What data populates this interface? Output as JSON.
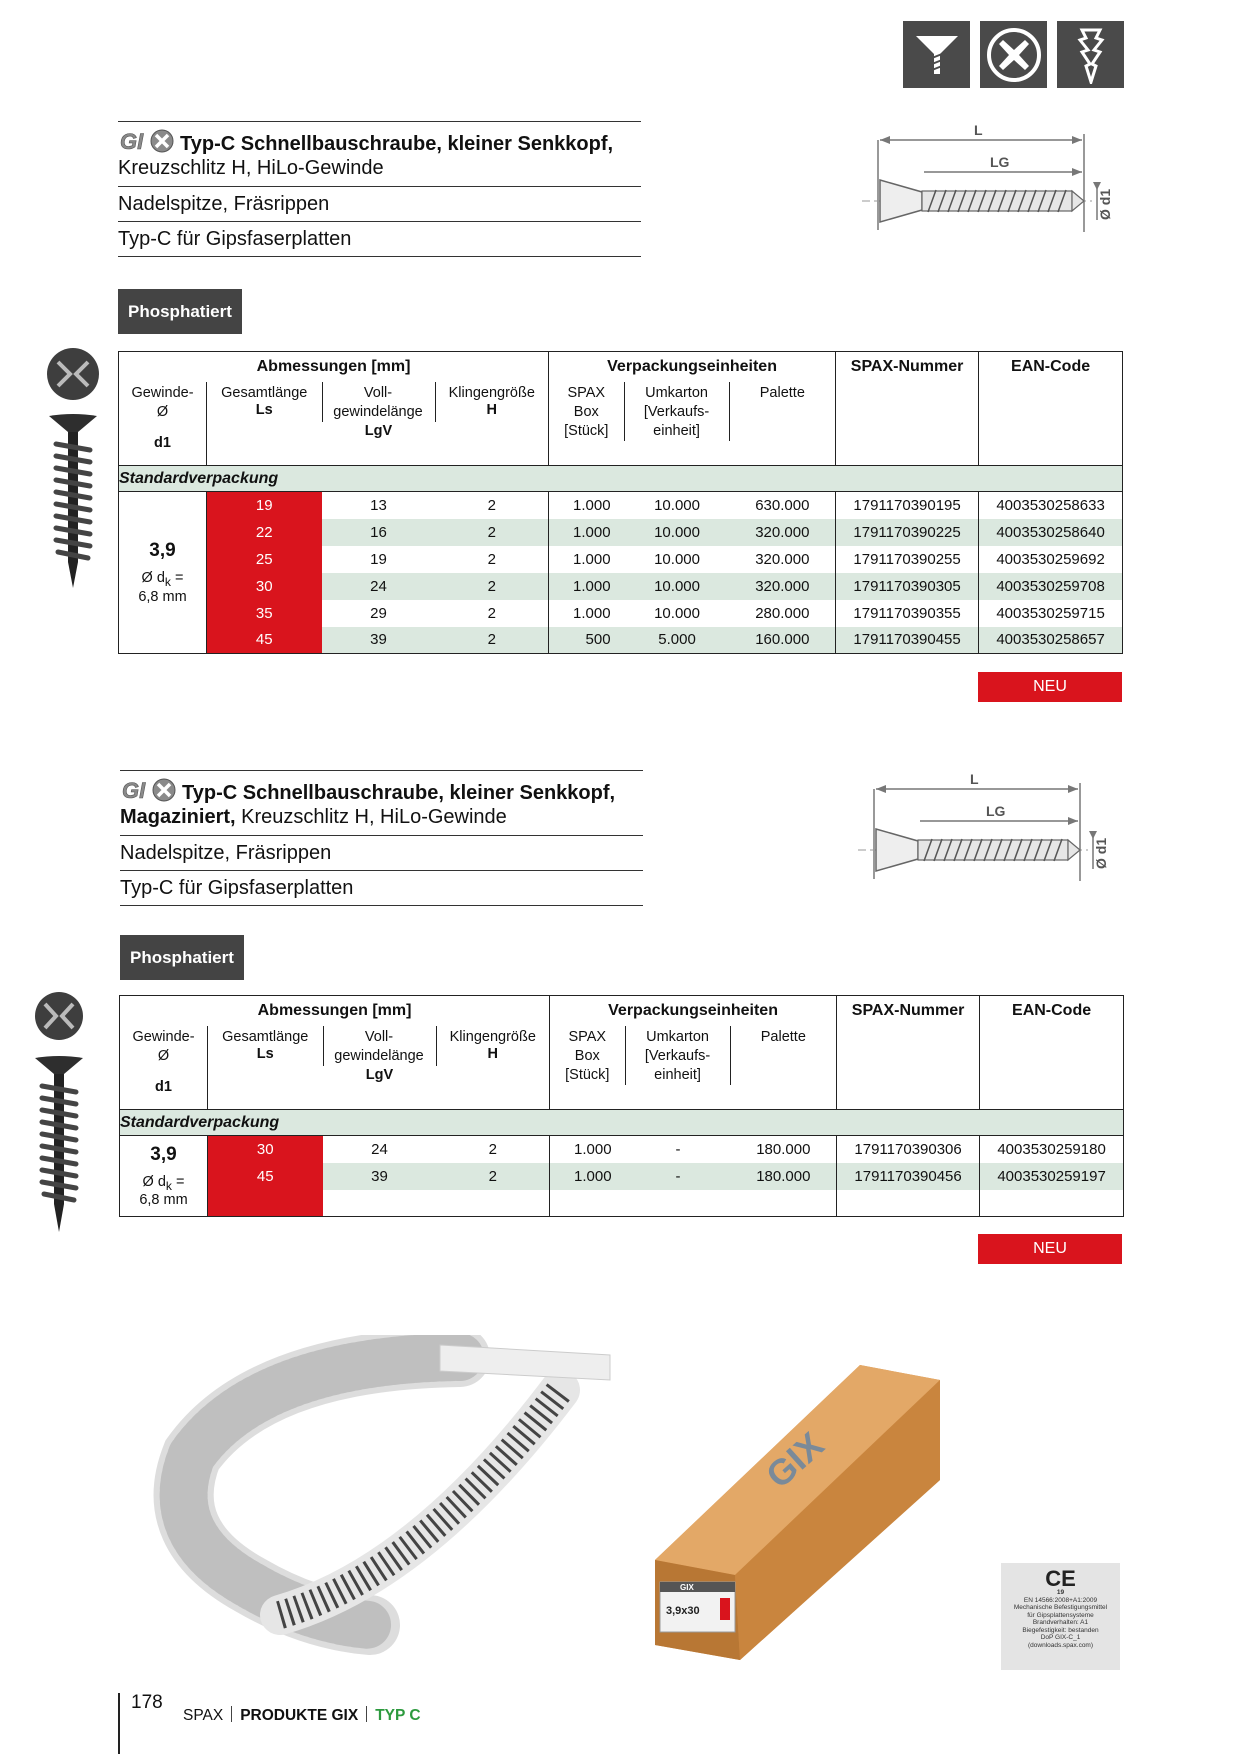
{
  "top_icons": [
    "countersunk-head-icon",
    "cross-recess-icon",
    "needle-point-icon"
  ],
  "sections": [
    {
      "brand": "GIX",
      "title_bold": "Typ-C Schnellbauschraube, kleiner Senkkopf,",
      "title_line2_bold": "",
      "title_line2": "Kreuzschlitz H, HiLo-Gewinde",
      "features": [
        "Nadelspitze, Fräsrippen",
        "Typ-C für Gipsfaserplatten"
      ],
      "diagram": {
        "L": "L",
        "LG": "LG",
        "d1": "Ø d1"
      },
      "finish": "Phosphatiert",
      "table": {
        "group_headers": [
          "Abmessungen [mm]",
          "Verpackungseinheiten",
          "SPAX-Nummer",
          "EAN-Code"
        ],
        "sub_headers": {
          "gewinde": "Gewinde-\nØ",
          "gewinde_sym": "d1",
          "gesamt": "Gesamtlänge",
          "gesamt_sym": "Ls",
          "voll": "Voll-\ngewindelänge",
          "voll_sym": "LgV",
          "klinge": "Klingengröße",
          "klinge_sym": "H",
          "box": "SPAX\nBox\n[Stück]",
          "umkarton": "Umkarton\n[Verkaufs-\neinheit]",
          "palette": "Palette"
        },
        "std_label": "Standardverpackung",
        "diameter": "3,9",
        "dk_label": "Ø d",
        "dk_sub": "k",
        "dk_eq": " =",
        "dk_value": "6,8 mm",
        "rows": [
          {
            "ls": "19",
            "lgv": "13",
            "h": "2",
            "box": "1.000",
            "umkarton": "10.000",
            "palette": "630.000",
            "spax": "1791170390195",
            "ean": "4003530258633"
          },
          {
            "ls": "22",
            "lgv": "16",
            "h": "2",
            "box": "1.000",
            "umkarton": "10.000",
            "palette": "320.000",
            "spax": "1791170390225",
            "ean": "4003530258640"
          },
          {
            "ls": "25",
            "lgv": "19",
            "h": "2",
            "box": "1.000",
            "umkarton": "10.000",
            "palette": "320.000",
            "spax": "1791170390255",
            "ean": "4003530259692"
          },
          {
            "ls": "30",
            "lgv": "24",
            "h": "2",
            "box": "1.000",
            "umkarton": "10.000",
            "palette": "320.000",
            "spax": "1791170390305",
            "ean": "4003530259708"
          },
          {
            "ls": "35",
            "lgv": "29",
            "h": "2",
            "box": "1.000",
            "umkarton": "10.000",
            "palette": "280.000",
            "spax": "1791170390355",
            "ean": "4003530259715"
          },
          {
            "ls": "45",
            "lgv": "39",
            "h": "2",
            "box": "500",
            "umkarton": "5.000",
            "palette": "160.000",
            "spax": "1791170390455",
            "ean": "4003530258657"
          }
        ]
      },
      "badge": "NEU"
    },
    {
      "brand": "GIX",
      "title_bold": "Typ-C Schnellbauschraube, kleiner Senkkopf,",
      "title_line2_bold": "Magaziniert,",
      "title_line2": " Kreuzschlitz H, HiLo-Gewinde",
      "features": [
        "Nadelspitze, Fräsrippen",
        "Typ-C für Gipsfaserplatten"
      ],
      "diagram": {
        "L": "L",
        "LG": "LG",
        "d1": "Ø d1"
      },
      "finish": "Phosphatiert",
      "table": {
        "group_headers": [
          "Abmessungen [mm]",
          "Verpackungseinheiten",
          "SPAX-Nummer",
          "EAN-Code"
        ],
        "sub_headers": {
          "gewinde": "Gewinde-\nØ",
          "gewinde_sym": "d1",
          "gesamt": "Gesamtlänge",
          "gesamt_sym": "Ls",
          "voll": "Voll-\ngewindelänge",
          "voll_sym": "LgV",
          "klinge": "Klingengröße",
          "klinge_sym": "H",
          "box": "SPAX\nBox\n[Stück]",
          "umkarton": "Umkarton\n[Verkaufs-\neinheit]",
          "palette": "Palette"
        },
        "std_label": "Standardverpackung",
        "diameter": "3,9",
        "dk_label": "Ø d",
        "dk_sub": "k",
        "dk_eq": " =",
        "dk_value": "6,8 mm",
        "rows": [
          {
            "ls": "30",
            "lgv": "24",
            "h": "2",
            "box": "1.000",
            "umkarton": "-",
            "palette": "180.000",
            "spax": "1791170390306",
            "ean": "4003530259180"
          },
          {
            "ls": "45",
            "lgv": "39",
            "h": "2",
            "box": "1.000",
            "umkarton": "-",
            "palette": "180.000",
            "spax": "1791170390456",
            "ean": "4003530259197"
          }
        ]
      },
      "badge": "NEU"
    }
  ],
  "box_label": {
    "brand": "GIX",
    "size": "3,9x30"
  },
  "ce": {
    "mark": "CE",
    "year": "19",
    "lines": [
      "EN 14566:2008+A1:2009",
      "Mechanische Befestigungsmittel",
      "für Gipsplattensysteme",
      "Brandverhalten: A1",
      "Biegefestigkeit: bestanden",
      "DoP GIX-C_1",
      "(downloads.spax.com)"
    ]
  },
  "footer": {
    "page": "178",
    "brand": "SPAX",
    "section": "PRODUKTE GIX",
    "sub": "TYP C"
  }
}
